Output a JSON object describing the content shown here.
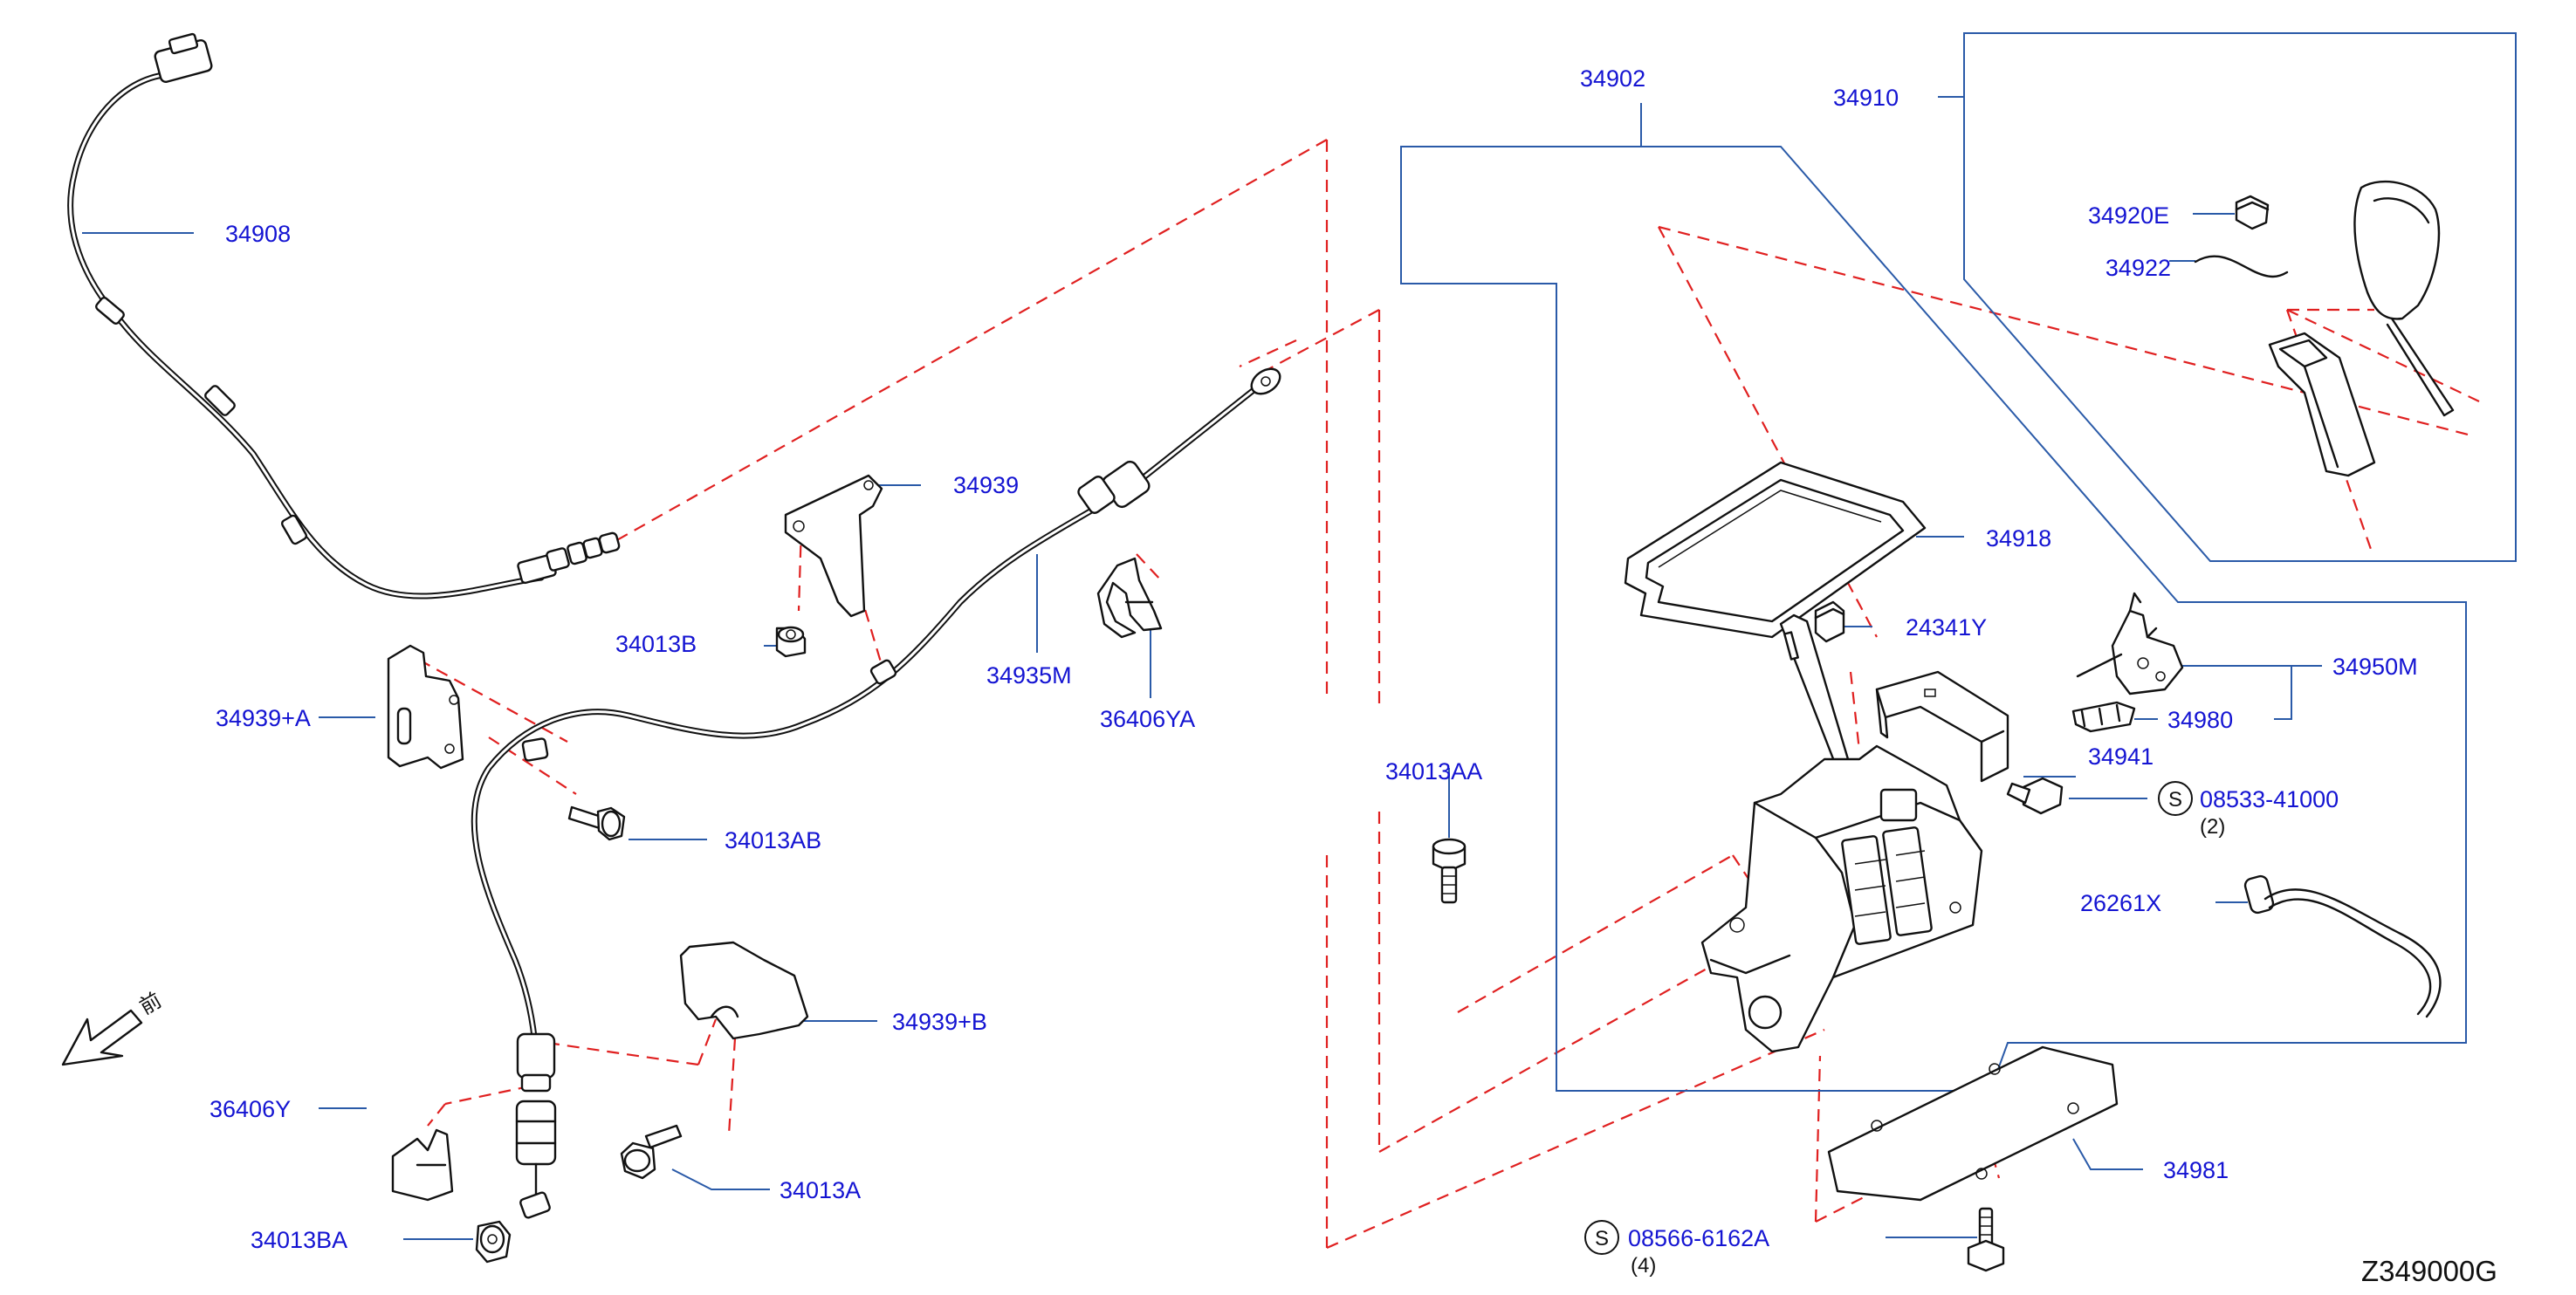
{
  "diagram": {
    "code": "Z349000G",
    "front_label": "前",
    "std_symbol": "S"
  },
  "labels": {
    "p34908": "34908",
    "p34939": "34939",
    "p34013B": "34013B",
    "p34935M": "34935M",
    "p36406YA": "36406YA",
    "p34939A": "34939+A",
    "p34013AB": "34013AB",
    "p34939B": "34939+B",
    "p36406Y": "36406Y",
    "p34013A": "34013A",
    "p34013BA": "34013BA",
    "p34013AA": "34013AA",
    "p34902": "34902",
    "p34910": "34910",
    "p34920E": "34920E",
    "p34922": "34922",
    "p34918": "34918",
    "p24341Y": "24341Y",
    "p34950M": "34950M",
    "p34980": "34980",
    "p34941": "34941",
    "p08533": "08533-41000",
    "q08533": "(2)",
    "p26261X": "26261X",
    "p34981": "34981",
    "p08566": "08566-6162A",
    "q08566": "(4)"
  }
}
